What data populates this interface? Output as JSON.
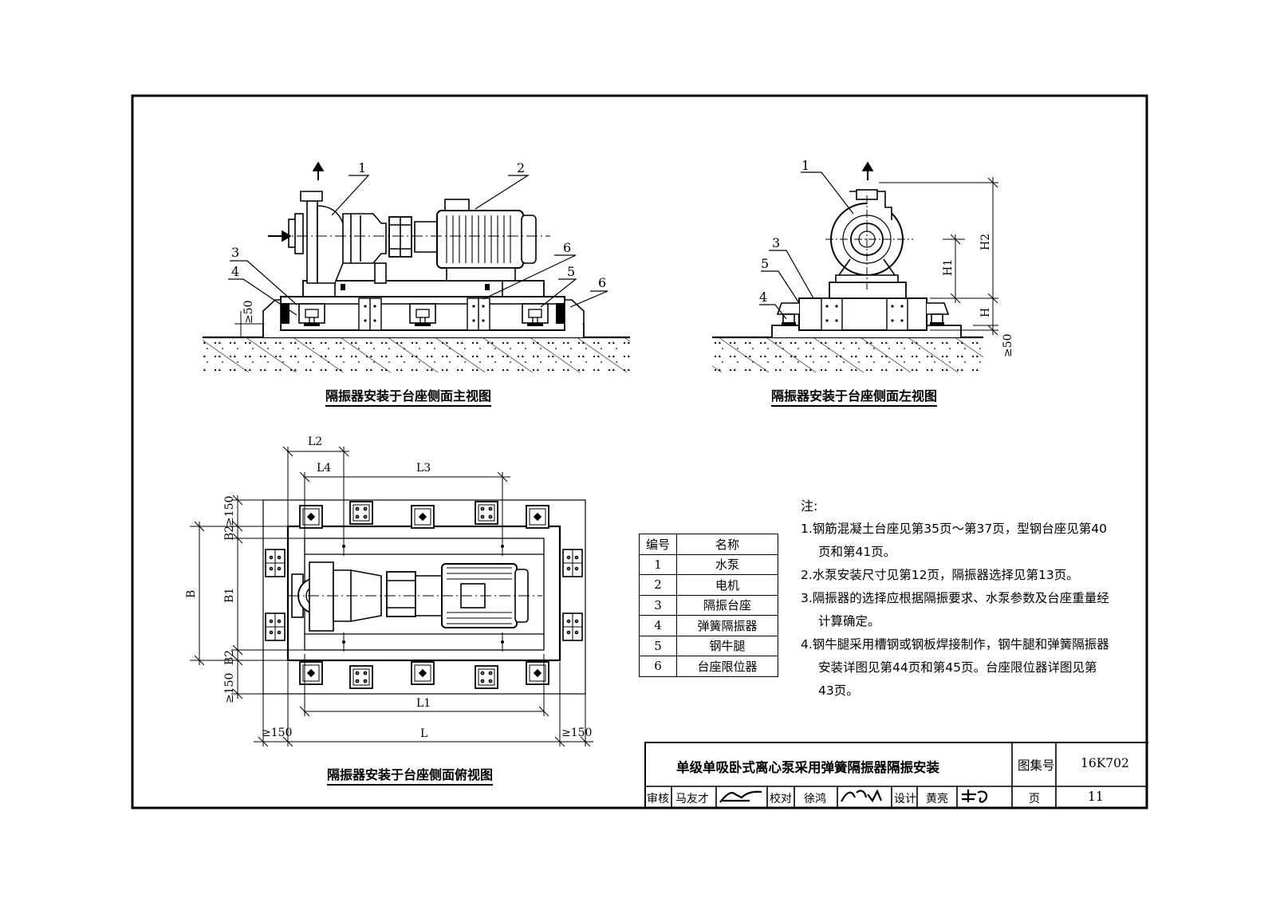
{
  "views": {
    "front_caption": "隔振器安装于台座侧面主视图",
    "left_caption": "隔振器安装于台座侧面左视图",
    "top_caption": "隔振器安装于台座侧面俯视图"
  },
  "labels": {
    "n1": "1",
    "n2": "2",
    "n3": "3",
    "n4": "4",
    "n5": "5",
    "n6": "6",
    "ge50": "≥50",
    "H": "H",
    "H1": "H1",
    "H2": "H2",
    "L": "L",
    "L1": "L1",
    "L2": "L2",
    "L3": "L3",
    "L4": "L4",
    "B": "B",
    "B1": "B1",
    "B2": "B2",
    "ge150": "≥150"
  },
  "parts_table": {
    "header_no": "编号",
    "header_name": "名称",
    "rows": [
      {
        "no": "1",
        "name": "水泵"
      },
      {
        "no": "2",
        "name": "电机"
      },
      {
        "no": "3",
        "name": "隔振台座"
      },
      {
        "no": "4",
        "name": "弹簧隔振器"
      },
      {
        "no": "5",
        "name": "钢牛腿"
      },
      {
        "no": "6",
        "name": "台座限位器"
      }
    ]
  },
  "notes": {
    "heading": "注:",
    "items": [
      "1.钢筋混凝土台座见第35页～第37页，型钢台座见第40页和第41页。",
      "2.水泵安装尺寸见第12页，隔振器选择见第13页。",
      "3.隔振器的选择应根据隔振要求、水泵参数及台座重量经计算确定。",
      "4.钢牛腿采用槽钢或钢板焊接制作，钢牛腿和弹簧隔振器安装详图见第44页和第45页。台座限位器详图见第43页。"
    ]
  },
  "title_block": {
    "title": "单级单吸卧式离心泵采用弹簧隔振器隔振安装",
    "atlas_label": "图集号",
    "atlas_no": "16K702",
    "review_label": "审核",
    "review_name": "马友才",
    "check_label": "校对",
    "check_name": "徐鸿",
    "design_label": "设计",
    "design_name": "黄亮",
    "page_label": "页",
    "page_no": "11"
  }
}
